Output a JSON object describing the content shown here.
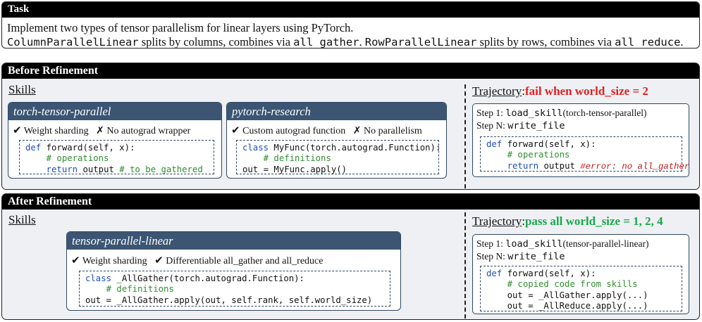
{
  "task": {
    "header": "Task",
    "line1": "Implement two types of tensor parallelism for linear layers using PyTorch.",
    "line2": {
      "a": "ColumnParallelLinear",
      "b": " splits by columns, combines via ",
      "c": "all_gather",
      "d": ". ",
      "e": "RowParallelLinear",
      "f": " splits by rows, combines via ",
      "g": "all_reduce",
      "h": "."
    }
  },
  "before": {
    "header": "Before Refinement",
    "skills_label": "Skills",
    "skill1": {
      "title": "torch-tensor-parallel",
      "pos": "Weight sharding",
      "neg": "No autograd wrapper",
      "code": {
        "l1_kw": "def",
        "l1_rest": " forward(self, x):",
        "l2": "    # operations",
        "l3_kw": "    return",
        "l3_rest": " output ",
        "l3_cm": "# to be gathered"
      }
    },
    "skill2": {
      "title": "pytorch-research",
      "pos": "Custom autograd function",
      "neg": "No parallelism",
      "code": {
        "l1_kw": "class",
        "l1_rest": " MyFunc(torch.autograd.Function):",
        "l2": "    # definitions",
        "l3": "out = MyFunc.apply()"
      }
    },
    "trajectory": {
      "label": "Trajectory",
      "sep": ": ",
      "status": "fail when world_size = 2",
      "step1_prefix": "Step 1: ",
      "step1_fn": "load_skill",
      "step1_arg": "(torch-tensor-parallel)",
      "stepN_prefix": "Step N: ",
      "stepN_fn": "write_file",
      "code": {
        "l1_kw": "def",
        "l1_rest": " forward(self, x):",
        "l2": "    # operations",
        "l3_kw": "    return",
        "l3_rest": " output ",
        "l3_err": "#error: no all_gather"
      }
    }
  },
  "after": {
    "header": "After Refinement",
    "skills_label": "Skills",
    "skill": {
      "title": "tensor-parallel-linear",
      "pos1": "Weight sharding",
      "pos2": "Differentiable all_gather and all_reduce",
      "code": {
        "l1_kw": "class",
        "l1_rest": " _AllGather(torch.autograd.Function):",
        "l2": "    # definitions",
        "l3": "out = _AllGather.apply(out, self.rank, self.world_size)"
      }
    },
    "trajectory": {
      "label": "Trajectory",
      "sep": ": ",
      "status": "pass all world_size = 1, 2, 4",
      "step1_prefix": "Step 1: ",
      "step1_fn": "load_skill",
      "step1_arg": "(tensor-parallel-linear)",
      "stepN_prefix": "Step N: ",
      "stepN_fn": "write_file",
      "code": {
        "l1_kw": "def",
        "l1_rest": " forward(self, x):",
        "l2": "    # copied code from skills",
        "l3": "    out = _AllGather.apply(...)",
        "l4": "    out = _AllReduce.apply(...)"
      }
    }
  },
  "icons": {
    "check": "✔",
    "cross": "✗"
  },
  "colors": {
    "fail": "#e02020",
    "pass": "#1aa84a",
    "card_header": "#3b5573",
    "keyword": "#1f4fb5",
    "comment": "#2f8f2f"
  }
}
